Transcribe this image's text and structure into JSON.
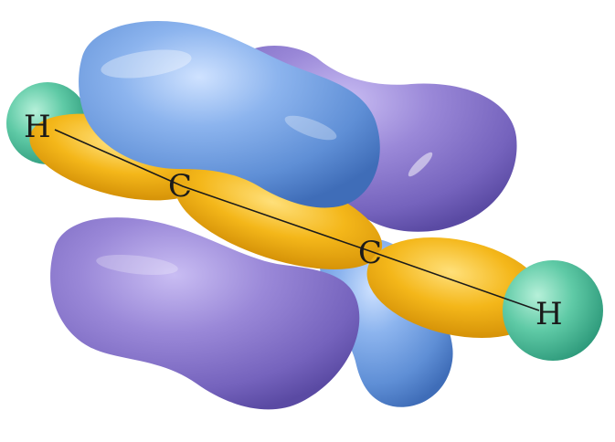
{
  "labels": {
    "h_left": "H",
    "c_left": "C",
    "c_right": "C",
    "h_right": "H"
  },
  "colors": {
    "blue_lobe": "#7ea9e6",
    "purple_lobe": "#8f7fd0",
    "sigma_bond": "#f0b51c",
    "hydrogen": "#5ec9a6",
    "bond_line": "#1a1a1a"
  }
}
